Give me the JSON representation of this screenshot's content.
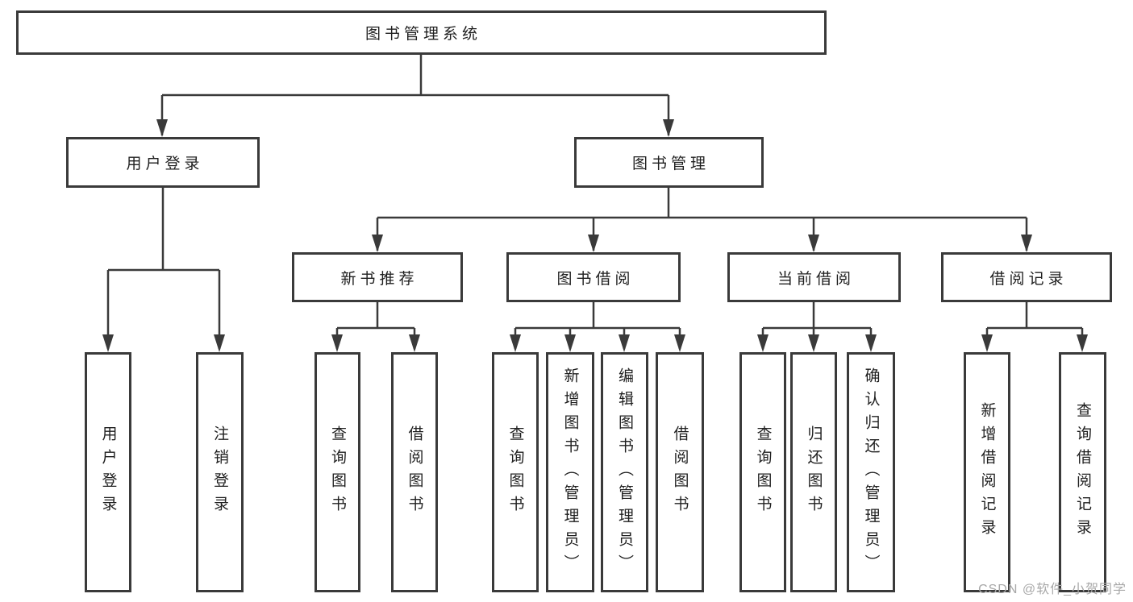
{
  "colors": {
    "background": "#ffffff",
    "line": "#3a3a3a",
    "box_border": "#3a3a3a",
    "box_fill": "#ffffff",
    "text": "#1f1f1f",
    "watermark": "#a8a8a8"
  },
  "root": {
    "label": "图书管理系统"
  },
  "branches": {
    "user_login": {
      "label": "用户登录",
      "children": [
        {
          "label": "用户登录"
        },
        {
          "label": "注销登录"
        }
      ]
    },
    "book_management": {
      "label": "图书管理",
      "sections": {
        "new_book_recommend": {
          "label": "新书推荐",
          "children": [
            {
              "label": "查询图书"
            },
            {
              "label": "借阅图书"
            }
          ]
        },
        "book_borrow": {
          "label": "图书借阅",
          "children": [
            {
              "label": "查询图书"
            },
            {
              "label": "新增图书（管理员）"
            },
            {
              "label": "编辑图书（管理员）"
            },
            {
              "label": "借阅图书"
            }
          ]
        },
        "current_borrow": {
          "label": "当前借阅",
          "children": [
            {
              "label": "查询图书"
            },
            {
              "label": "归还图书"
            },
            {
              "label": "确认归还（管理员）"
            }
          ]
        },
        "borrow_records": {
          "label": "借阅记录",
          "children": [
            {
              "label": "新增借阅记录"
            },
            {
              "label": "查询借阅记录"
            }
          ]
        }
      }
    }
  },
  "watermark": {
    "text": "CSDN @软件_小贺同学"
  }
}
